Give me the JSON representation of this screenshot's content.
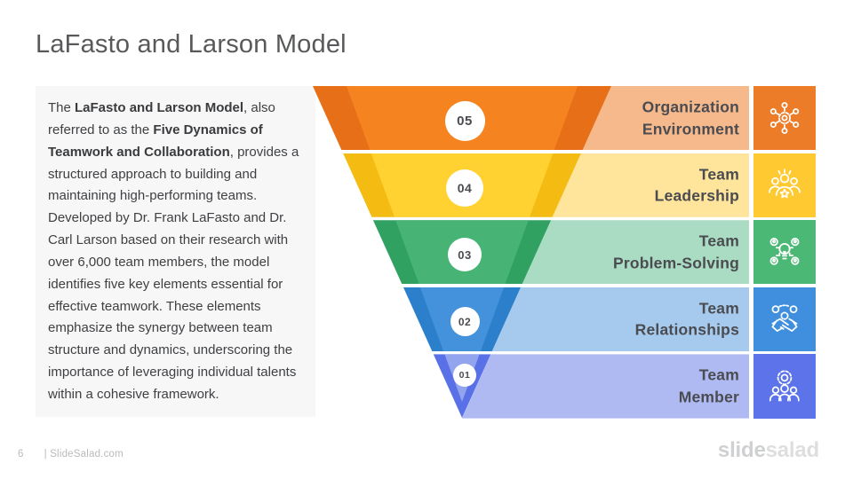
{
  "slide_title": "LaFasto and Larson Model",
  "description": {
    "segments": [
      {
        "text": "The ",
        "bold": false
      },
      {
        "text": "LaFasto and Larson Model",
        "bold": true
      },
      {
        "text": ", also referred to as the ",
        "bold": false
      },
      {
        "text": "Five Dynamics of Teamwork and Collaboration",
        "bold": true
      },
      {
        "text": ", provides a structured approach to building and maintaining high-performing teams. Developed by Dr. Frank LaFasto and Dr. Carl Larson based on their research with over 6,000 team members, the model identifies five key elements essential for effective teamwork. These elements emphasize the synergy between team structure and dynamics, underscoring the importance of leveraging individual talents within a cohesive framework.",
        "bold": false
      }
    ]
  },
  "funnel": {
    "rows": [
      {
        "number": "05",
        "label_lines": [
          "Organization",
          "Environment"
        ],
        "icon": "organization-network-icon",
        "colors": {
          "main": "#F5831F",
          "dark": "#E66F18",
          "tint": "#F6B98C",
          "icon_bg": "#EC7C28"
        }
      },
      {
        "number": "04",
        "label_lines": [
          "Team",
          "Leadership"
        ],
        "icon": "team-leadership-icon",
        "colors": {
          "main": "#FFD232",
          "dark": "#F4BB13",
          "tint": "#FFE49B",
          "icon_bg": "#FFC931"
        }
      },
      {
        "number": "03",
        "label_lines": [
          "Team",
          "Problem-Solving"
        ],
        "icon": "team-problem-solving-icon",
        "colors": {
          "main": "#47B476",
          "dark": "#30A161",
          "tint": "#A9DCC2",
          "icon_bg": "#4CB875"
        }
      },
      {
        "number": "02",
        "label_lines": [
          "Team",
          "Relationships"
        ],
        "icon": "team-relationships-icon",
        "colors": {
          "main": "#4492DB",
          "dark": "#2C80CB",
          "tint": "#A6CAEE",
          "icon_bg": "#3F8FDE"
        }
      },
      {
        "number": "01",
        "label_lines": [
          "Team",
          "Member"
        ],
        "icon": "team-member-icon",
        "colors": {
          "main": "#93A4EF",
          "dark": "#5970E7",
          "tint": "#AFBAF3",
          "icon_bg": "#5C73E9"
        }
      }
    ]
  },
  "footer": {
    "page_number": "6",
    "site_label": "| SlideSalad.com",
    "logo": {
      "part1": "slide",
      "part2": "salad"
    }
  },
  "theme": {
    "title_color": "#58595B",
    "body_text_color": "#3F4042",
    "panel_bg": "#F7F7F8",
    "label_color": "#4B4C51",
    "number_color": "#4A4B50",
    "footer_text_color": "#B9BABB",
    "logo_color_1": "#CFD0D1",
    "logo_color_2": "#DEDEDF"
  }
}
